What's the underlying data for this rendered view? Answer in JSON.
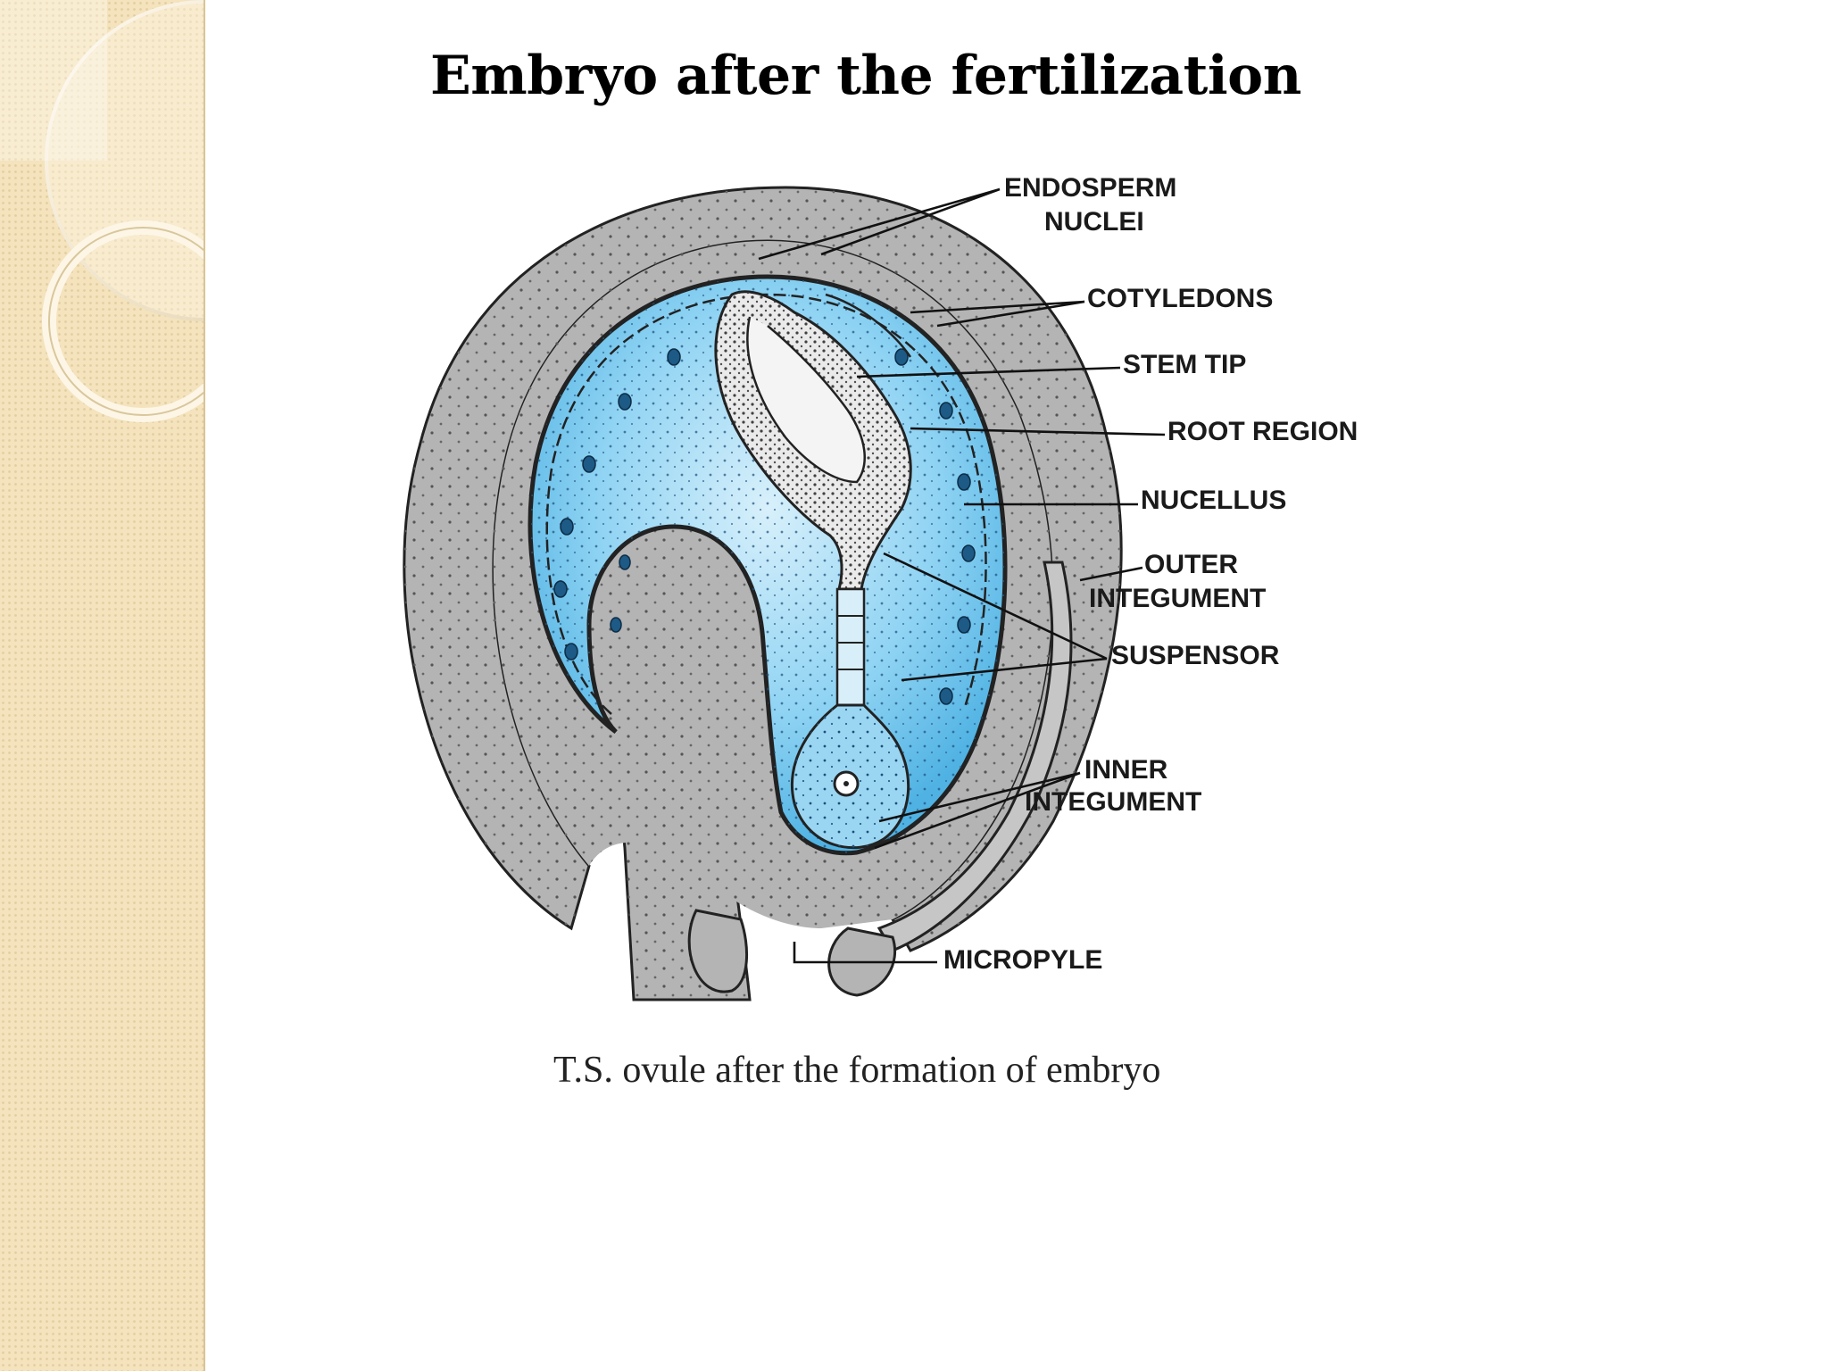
{
  "slide": {
    "title": "Embryo after the fertilization"
  },
  "figure": {
    "caption": "T.S. ovule after the formation of embryo",
    "labels": {
      "endosperm_1": "ENDOSPERM",
      "endosperm_2": "NUCLEI",
      "cotyledons": "COTYLEDONS",
      "stem_tip": "STEM TIP",
      "root_region": "ROOT REGION",
      "nucellus": "NUCELLUS",
      "outer_1": "OUTER",
      "outer_2": "INTEGUMENT",
      "suspensor": "SUSPENSOR",
      "inner_1": "INNER",
      "inner_2": "INTEGUMENT",
      "micropyle": "MICROPYLE"
    }
  },
  "colors": {
    "sidebar": "#f4e3bd",
    "tissue": "#b4b4b4",
    "embryo_sac": "#5cc0ec"
  }
}
